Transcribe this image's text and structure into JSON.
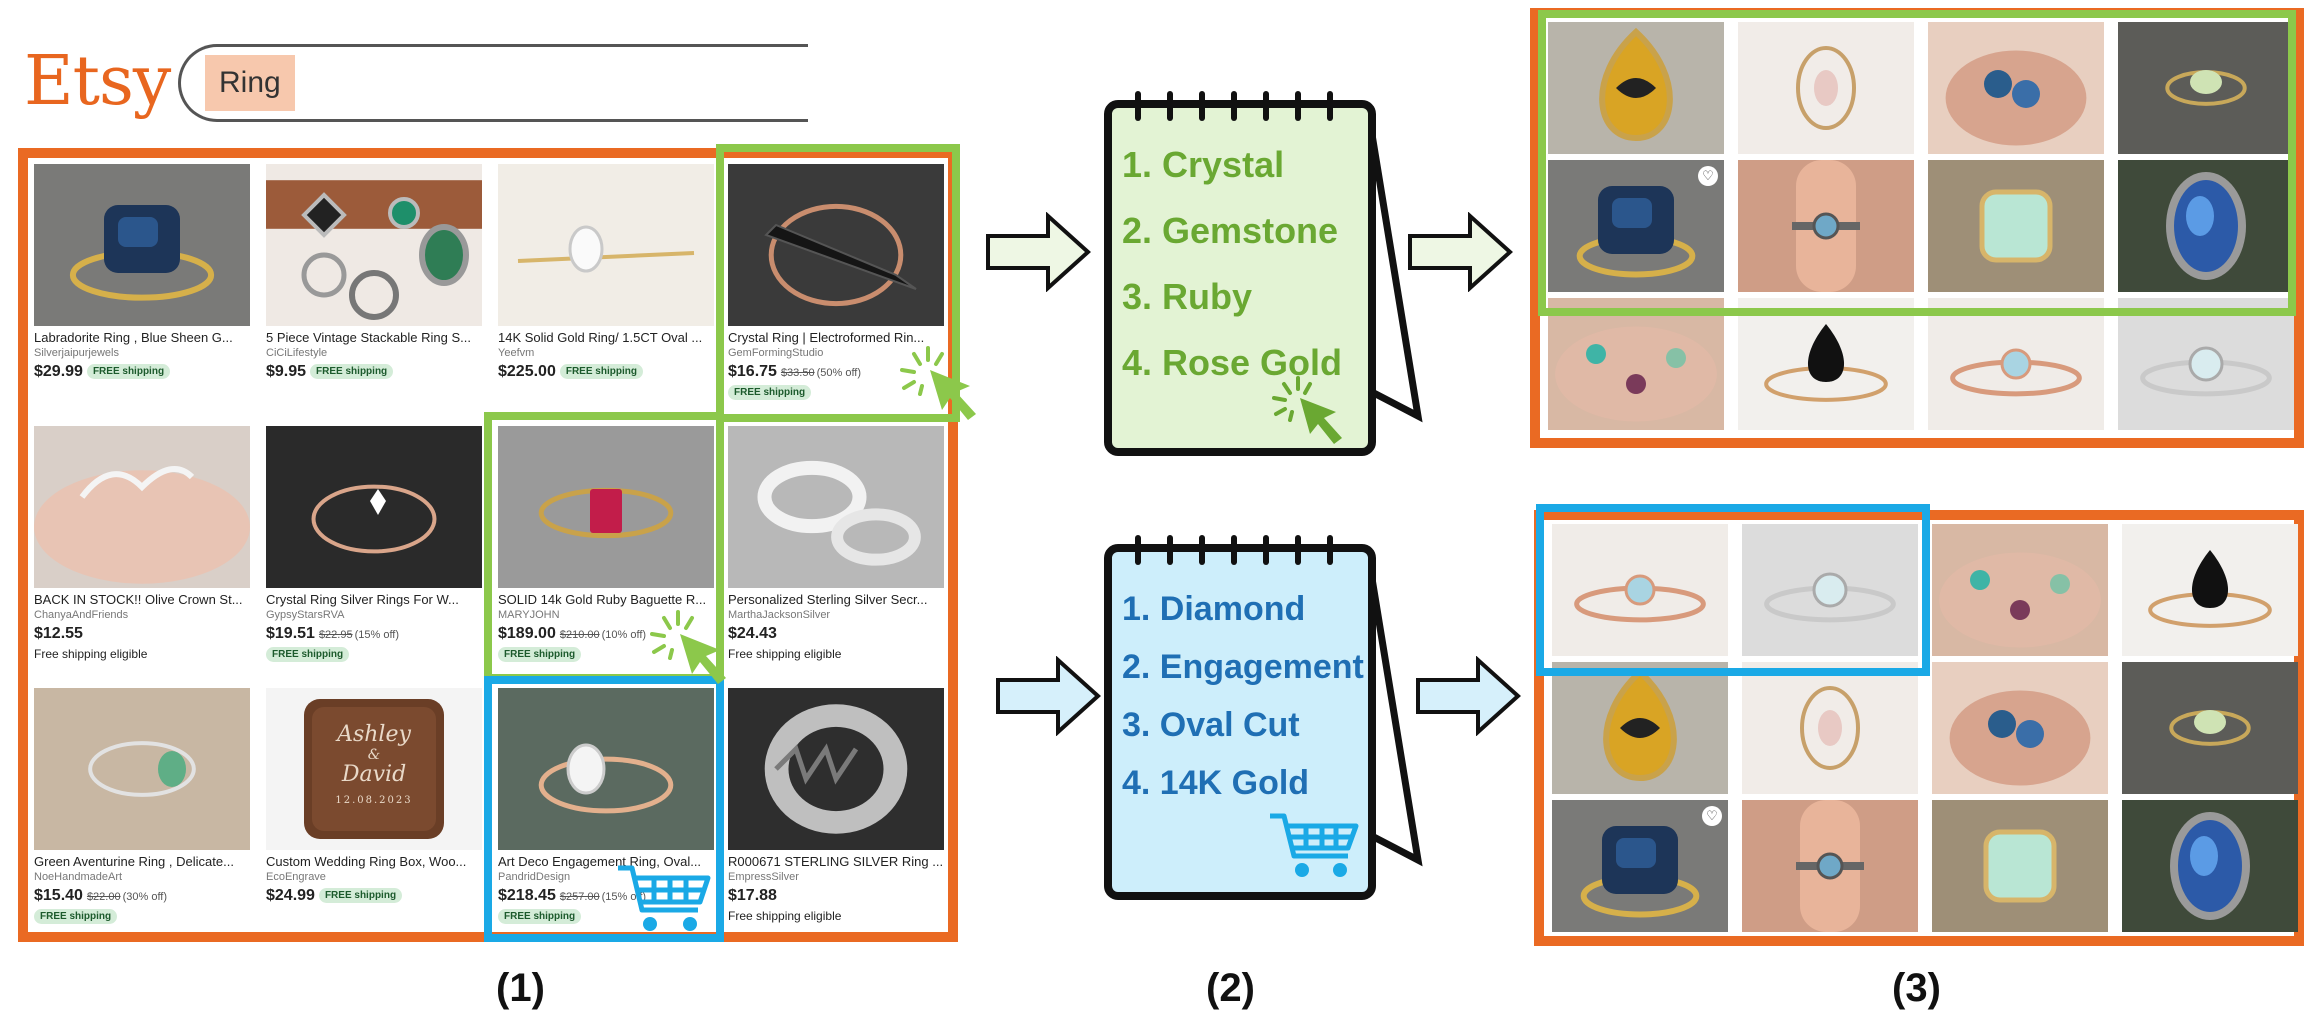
{
  "etsy": {
    "logo": "Etsy",
    "search_query": "Ring",
    "products": [
      {
        "title": "Labradorite Ring , Blue Sheen G...",
        "shop": "Silverjaipurjewels",
        "price": "$29.99",
        "badge": "FREE shipping",
        "img": "labradorite"
      },
      {
        "title": "5 Piece Vintage Stackable Ring S...",
        "shop": "CiCiLifestyle",
        "price": "$9.95",
        "badge": "FREE shipping",
        "img": "stackable"
      },
      {
        "title": "14K Solid Gold Ring/ 1.5CT Oval ...",
        "shop": "Yeefvm",
        "price": "$225.00",
        "badge": "FREE shipping",
        "img": "oval"
      },
      {
        "title": "Crystal Ring | Electroformed Rin...",
        "shop": "GemFormingStudio",
        "price": "$16.75",
        "old": "$33.50",
        "disc": "(50% off)",
        "badge2": "FREE shipping",
        "img": "crystal"
      },
      {
        "title": "BACK IN STOCK!! Olive Crown St...",
        "shop": "ChanyaAndFriends",
        "price": "$12.55",
        "eligible": "Free shipping eligible",
        "img": "olive"
      },
      {
        "title": "Crystal Ring Silver Rings For W...",
        "shop": "GypsyStarsRVA",
        "price": "$19.51",
        "old": "$22.95",
        "disc": "(15% off)",
        "badge2": "FREE shipping",
        "img": "silvercrystal"
      },
      {
        "title": "SOLID 14k Gold Ruby Baguette R...",
        "shop": "MARYJOHN",
        "price": "$189.00",
        "old": "$210.00",
        "disc": "(10% off)",
        "badge2": "FREE shipping",
        "img": "ruby"
      },
      {
        "title": "Personalized Sterling Silver Secr...",
        "shop": "MarthaJacksonSilver",
        "price": "$24.43",
        "eligible": "Free shipping eligible",
        "img": "bands"
      },
      {
        "title": "Green Aventurine Ring , Delicate...",
        "shop": "NoeHandmadeArt",
        "price": "$15.40",
        "old": "$22.00",
        "disc": "(30% off)",
        "badge2": "FREE shipping",
        "img": "aventurine"
      },
      {
        "title": "Custom Wedding Ring Box, Woo...",
        "shop": "EcoEngrave",
        "price": "$24.99",
        "badge": "FREE shipping",
        "img": "box",
        "box_line1": "Ashley",
        "box_line2": "&",
        "box_line3": "David",
        "box_date": "12.08.2023"
      },
      {
        "title": "Art Deco Engagement Ring, Oval...",
        "shop": "PandridDesign",
        "price": "$218.45",
        "old": "$257.00",
        "disc": "(15% off)",
        "badge2": "FREE shipping",
        "img": "artdeco"
      },
      {
        "title": "R000671 STERLING SILVER Ring ...",
        "shop": "EmpressSilver",
        "price": "$17.88",
        "eligible": "Free shipping eligible",
        "img": "sterling"
      }
    ]
  },
  "notepads": {
    "green": {
      "items": [
        "1. Crystal",
        "2. Gemstone",
        "3. Ruby",
        "4. Rose Gold"
      ],
      "color": "#6aa832",
      "bg": "#e3f3d4"
    },
    "blue": {
      "items": [
        "1. Diamond",
        "2. Engagement",
        "3. Oval Cut",
        "4. 14K Gold"
      ],
      "color": "#1f6fb4",
      "bg": "#cdeefb"
    }
  },
  "captions": [
    "(1)",
    "(2)",
    "(3)"
  ],
  "colors": {
    "orange": "#ea6a23",
    "green": "#8cc84b",
    "blue": "#1aa9e6"
  }
}
